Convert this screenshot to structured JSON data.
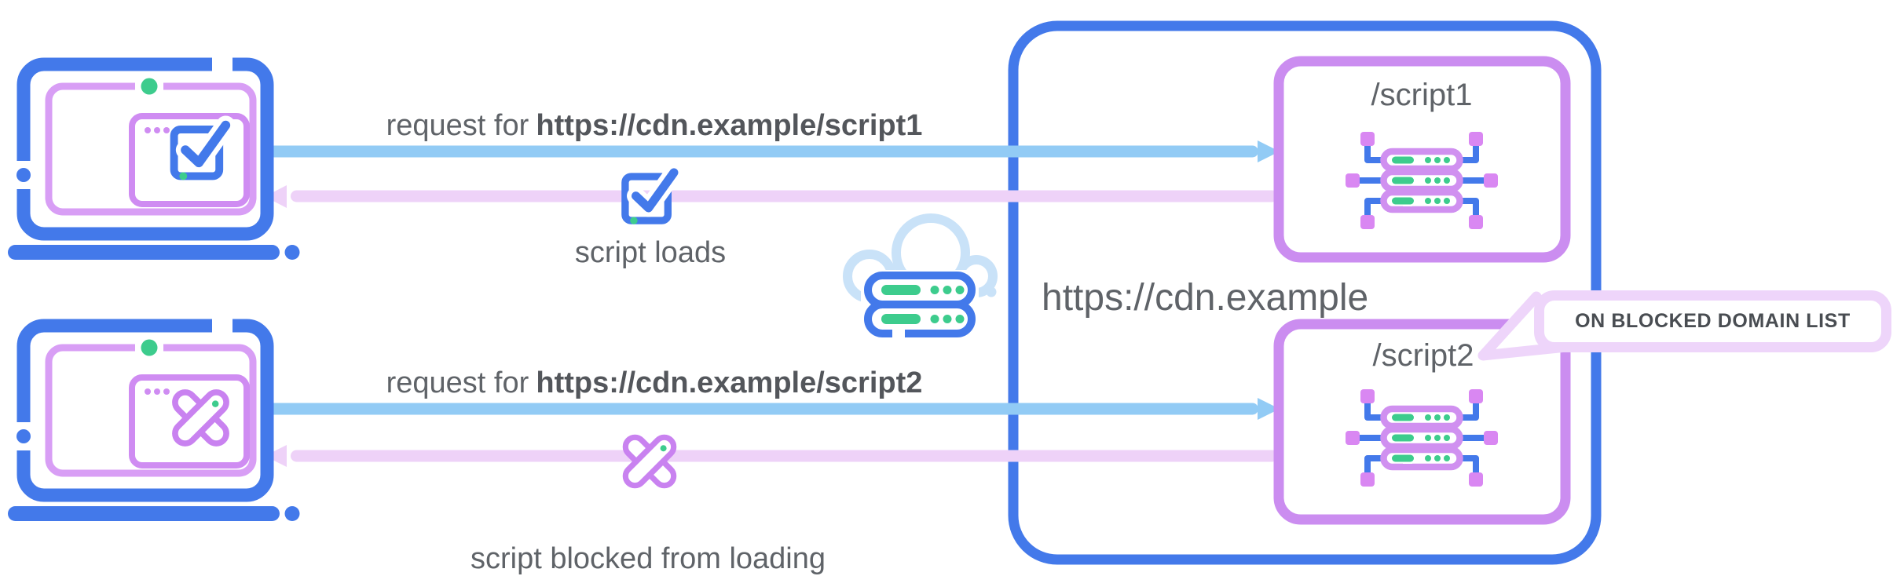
{
  "colors": {
    "blue": "#4379ea",
    "light_blue_arrow": "#92cbf5",
    "lavender_arrow": "#eed2f8",
    "purple": "#cf8cf2",
    "green": "#3dcc8d",
    "text_gray": "#5f6368"
  },
  "flows": [
    {
      "request_prefix": "request for",
      "request_url": "https://cdn.example/script1",
      "response_label": "script loads",
      "response_icon": "check-icon"
    },
    {
      "request_prefix": "request for",
      "request_url": "https://cdn.example/script2",
      "response_label": "script blocked from loading",
      "response_icon": "cross-icon"
    }
  ],
  "cdn": {
    "title": "https://cdn.example",
    "endpoints": [
      {
        "label": "/script1"
      },
      {
        "label": "/script2",
        "callout": "ON BLOCKED DOMAIN LIST"
      }
    ]
  },
  "icons": {
    "client_allowed": "laptop-check-icon",
    "client_blocked": "laptop-cross-icon",
    "network": "cloud-server-icon",
    "endpoint": "server-node-icon"
  }
}
